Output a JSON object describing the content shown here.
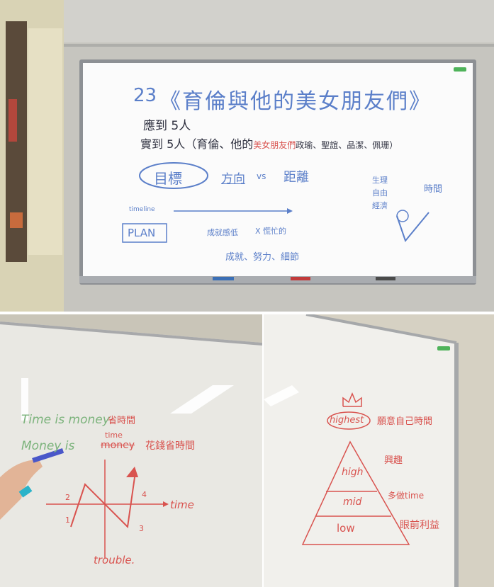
{
  "top_board": {
    "title": "《育倫與他的美女朋友們》",
    "title_prefix": "23",
    "attend_expected": "應到 5人",
    "attend_actual_prefix": "實到 5人（育倫、他的",
    "attend_actual_highlight": "美女朋友們",
    "attend_actual_suffix": "政瑜、聖誼、品潔、佩珊）",
    "goal_label": "目標",
    "direction": "方向",
    "vs": "vs",
    "distance": "距離",
    "timeline_label": "timeline",
    "plan_label": "PLAN",
    "plan_note_1": "成就感低",
    "plan_note_2": "X 慌忙的",
    "plan_note_3": "成就、努力、細節",
    "right_list": [
      "生理",
      "自由",
      "經濟"
    ],
    "right_note": "時間",
    "colors": {
      "board": "#fbfbfb",
      "frame": "#b9bcc0",
      "wall": "#c9c8c2"
    }
  },
  "bottom_left_board": {
    "line1_blue": "Time is money",
    "line1_red": "省時間",
    "line2_blue": "Money is",
    "line2_strike": "money",
    "line2_insert": "time",
    "line2_red": "花錢省時間",
    "graph_label_1": "1",
    "graph_label_2": "2",
    "graph_label_3": "3",
    "graph_label_4": "4",
    "axis_label": "time",
    "trouble_label": "trouble."
  },
  "bottom_right_board": {
    "crown_label": "highest",
    "highest_note": "願意自己時間",
    "high_label": "high",
    "high_note": "興趣",
    "mid_label": "mid",
    "mid_note": "多做time",
    "low_label": "low",
    "low_note": "眼前利益"
  }
}
